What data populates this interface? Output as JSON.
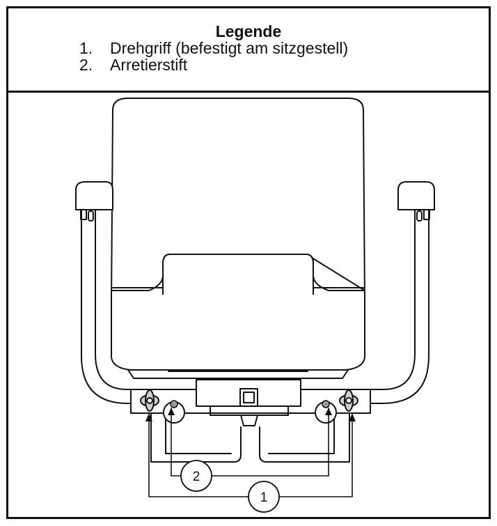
{
  "legend": {
    "title": "Legende",
    "items": [
      {
        "number": "1.",
        "label": "Drehgriff (befestigt am sitzgestell)"
      },
      {
        "number": "2.",
        "label": "Arretierstift"
      }
    ]
  },
  "callouts": [
    {
      "number": "1"
    },
    {
      "number": "2"
    }
  ],
  "colors": {
    "line": "#111111",
    "background": "#ffffff",
    "pin_fill": "#9a9a9a",
    "knob_fill": "#cfcfcf"
  }
}
